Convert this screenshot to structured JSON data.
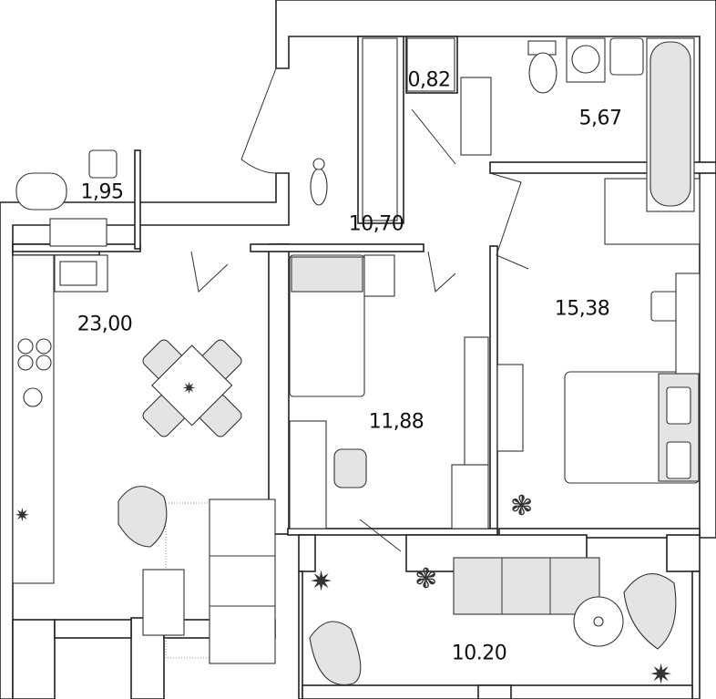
{
  "plan": {
    "rooms": [
      {
        "id": "storage",
        "area": "0,82"
      },
      {
        "id": "bathroom",
        "area": "5,67"
      },
      {
        "id": "toilet",
        "area": "1,95"
      },
      {
        "id": "hallway",
        "area": "10,70"
      },
      {
        "id": "kitchen-living",
        "area": "23,00"
      },
      {
        "id": "bedroom",
        "area": "15,38"
      },
      {
        "id": "kids-room",
        "area": "11,88"
      },
      {
        "id": "balcony",
        "area": "10.20"
      }
    ]
  }
}
